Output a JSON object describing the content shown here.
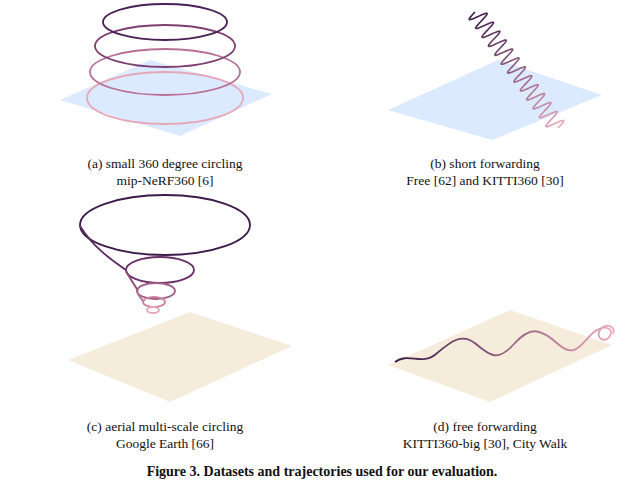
{
  "diagram": {
    "caption": "Figure 3. Datasets and trajectories used for our evaluation.",
    "labels": [
      "(a) small 360 degree circling",
      "mip-NeRF360 [6]",
      "(b) short forwarding",
      "Free [62] and KITTI360 [30]",
      "(c) aerial multi-scale circling",
      "Google Earth [66]",
      "(d) free forwarding",
      "KITTI360-big [30], City Walk"
    ]
  }
}
